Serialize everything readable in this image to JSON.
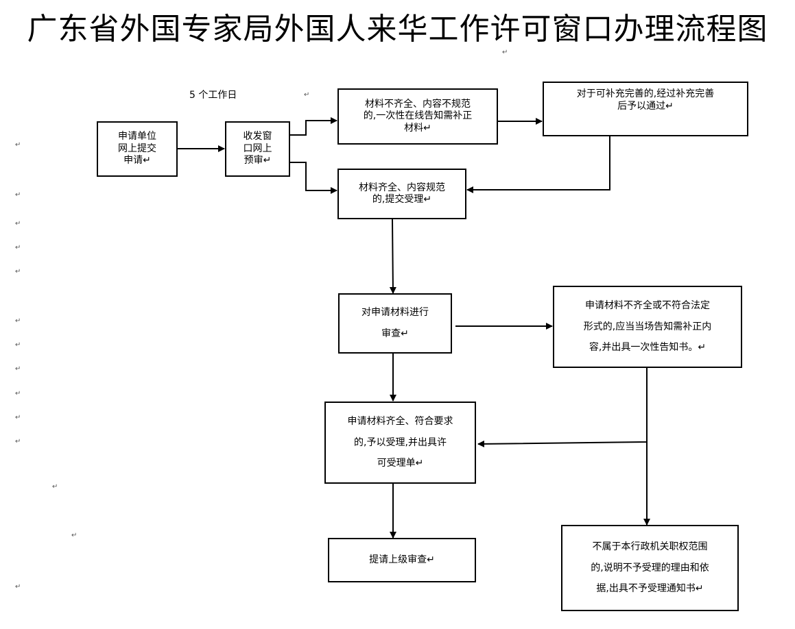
{
  "title": "广东省外国专家局外国人来华工作许可窗口办理流程图",
  "note": "5 个工作日",
  "paragraph_mark": "↵",
  "nodes": {
    "apply": "申请单位\n网上提交\n申请↵",
    "precheck": "收发窗\n口网上\n预审↵",
    "incomplete": "材料不齐全、内容不规范\n的,一次性在线告知需补正\n材料↵",
    "supplement": "对于可补充完善的,经过补充完善\n后予以通过↵",
    "complete": "材料齐全、内容规范\n的,提交受理↵",
    "review": "对申请材料进行\n审查↵",
    "nonconform": "申请材料不齐全或不符合法定\n形式的,应当当场告知需补正内\n容,并出具一次性告知书。↵",
    "accept": "申请材料齐全、符合要求\n的,予以受理,并出具许\n可受理单↵",
    "escalate": "提请上级审查↵",
    "outofscope": "不属于本行政机关职权范围\n的,说明不予受理的理由和依\n据,出具不予受理通知书↵"
  }
}
